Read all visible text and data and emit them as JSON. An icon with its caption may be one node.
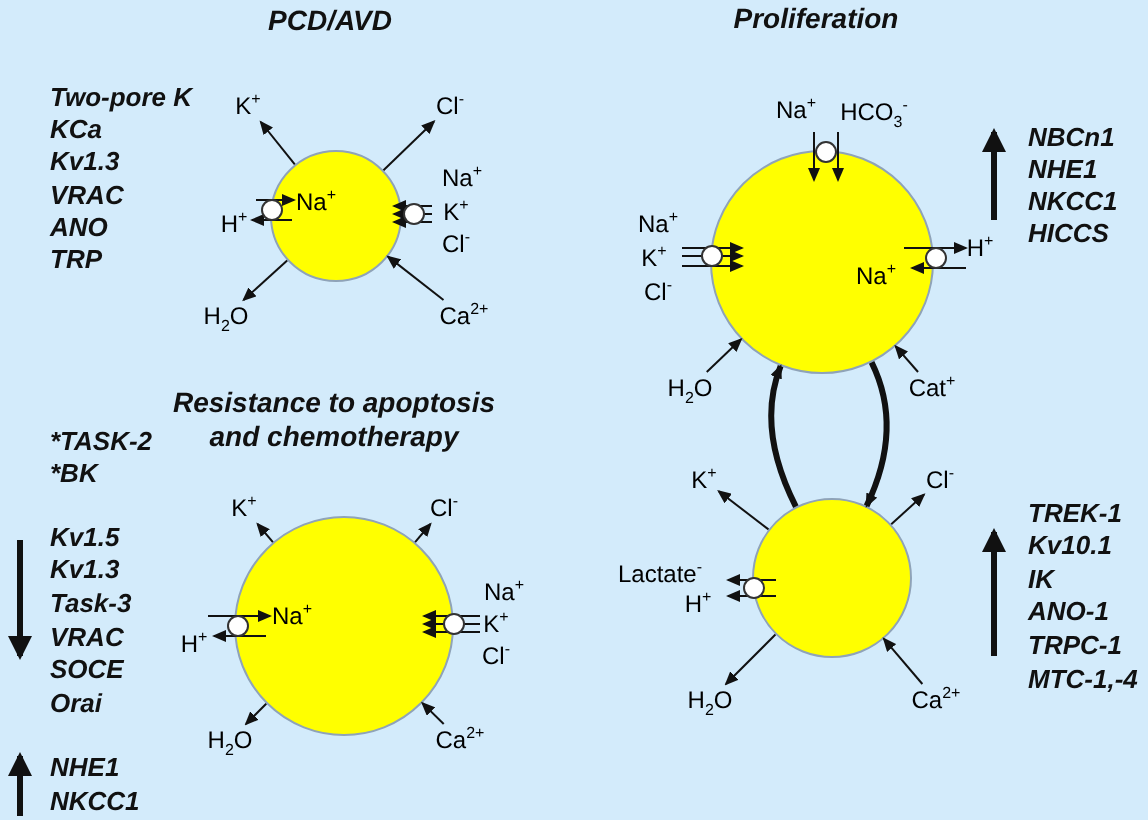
{
  "diagram": {
    "nodes": [
      {
        "text": [
          "Na$^{+}$"
        ]
      },
      {
        "text": [
          "K$^{+}$"
        ]
      },
      {
        "text": [
          "Cl$^{-}$"
        ]
      },
      {
        "text": [
          "H$_{2}$O"
        ]
      },
      {
        "text": [
          "Ca$^{2+}$"
        ]
      },
      {
        "text": [
          "Na$^{+}$"
        ]
      },
      {
        "text": [
          "H$_{2}$O"
        ]
      },
      {
        "text": [
          "Cat$^{+}$"
        ]
      },
      {
        "text": [
          "Na$^{+}$"
        ]
      },
      {
        "text": [
          "K$^{+}$"
        ]
      },
      {
        "text": [
          "Cl$^{-}$"
        ]
      },
      {
        "text": [
          "H$_{2}$O"
        ]
      },
      {
        "text": [
          "Ca$^{2+}$"
        ]
      },
      {
        "text": [],
        "shape": "circle"
      },
      {
        "text": [
          "K$^{+}$"
        ]
      },
      {
        "text": [
          "Cl$^{-}$"
        ]
      },
      {
        "text": [
          "H$_{2}$O"
        ]
      },
      {
        "text": [
          "Ca$^{2+}$"
        ]
      }
    ],
    "edges": [
      {
        "from": 0,
        "to": 1,
        "arrow": "to"
      },
      {
        "from": 0,
        "to": 2,
        "arrow": "to"
      },
      {
        "from": 0,
        "to": 3,
        "arrow": "to"
      },
      {
        "from": 4,
        "to": 0,
        "arrow": "to"
      },
      {
        "from": 6,
        "to": 5,
        "arrow": "to"
      },
      {
        "from": 7,
        "to": 5,
        "arrow": "to"
      },
      {
        "from": 8,
        "to": 9,
        "arrow": "to"
      },
      {
        "from": 8,
        "to": 10,
        "arrow": "to"
      },
      {
        "from": 8,
        "to": 11,
        "arrow": "to"
      },
      {
        "from": 12,
        "to": 8,
        "arrow": "to"
      },
      {
        "from": 13,
        "to": 14,
        "arrow": "to"
      },
      {
        "from": 13,
        "to": 15,
        "arrow": "to"
      },
      {
        "from": 13,
        "to": 16,
        "arrow": "to"
      },
      {
        "from": 17,
        "to": 13,
        "arrow": "to"
      },
      {
        "from": 13,
        "to": 5,
        "arrow": "to",
        "style": "thick"
      },
      {
        "from": 5,
        "to": 13,
        "arrow": "to",
        "style": "thick"
      }
    ],
    "labels": [
      "PCD/AVD",
      "Proliferation",
      "Two-pore K",
      "KCa",
      "Kv1.3",
      "VRAC",
      "ANO",
      "TRP",
      "Na$^{+}$",
      "HCO$_{3}$$^{-}$",
      "NBCn1",
      "NHE1",
      "NKCC1",
      "HICCS",
      "Na$^{+}$",
      "K$^{+}$",
      "Cl$^{-}$",
      "H$^{+}$",
      "Na$^{+}$",
      "K$^{+}$",
      "Cl$^{-}$",
      "H$^{+}$",
      "Resistance to apoptosis and chemotherapy",
      "*TASK-2",
      "*BK",
      "Kv1.5",
      "Kv1.3",
      "Task-3",
      "VRAC",
      "SOCE",
      "Orai",
      "Na$^{+}$",
      "K$^{+}$",
      "Cl$^{-}$",
      "H$^{+}$",
      "Lactate$^{-}$",
      "H$^{+}$",
      "TREK-1",
      "Kv10.1",
      "IK",
      "ANO-1",
      "TRPC-1",
      "MTC-1,-4",
      "NHE1",
      "NKCC1"
    ]
  }
}
